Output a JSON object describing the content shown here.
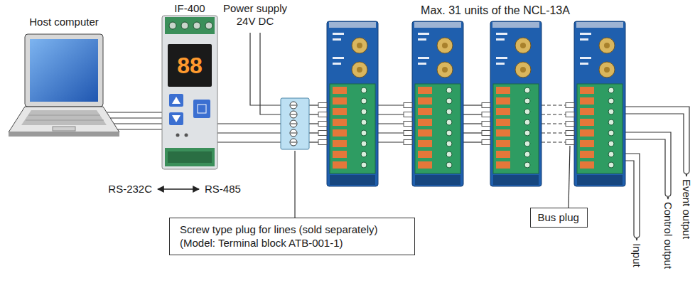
{
  "diagram": {
    "nodes": [
      {
        "text": [
          "Screw type plug for lines (sold separately) (Model: Terminal block ATB-001-1)"
        ]
      },
      {
        "text": [
          "Bus plug"
        ]
      }
    ],
    "labels": [
      "Host computer",
      "IF-400",
      "88",
      "Power supply 24V DC",
      "Max. 31 units of the NCL-13A",
      "RS-232C",
      "RS-485",
      "Input",
      "Control output",
      "Event output"
    ]
  }
}
